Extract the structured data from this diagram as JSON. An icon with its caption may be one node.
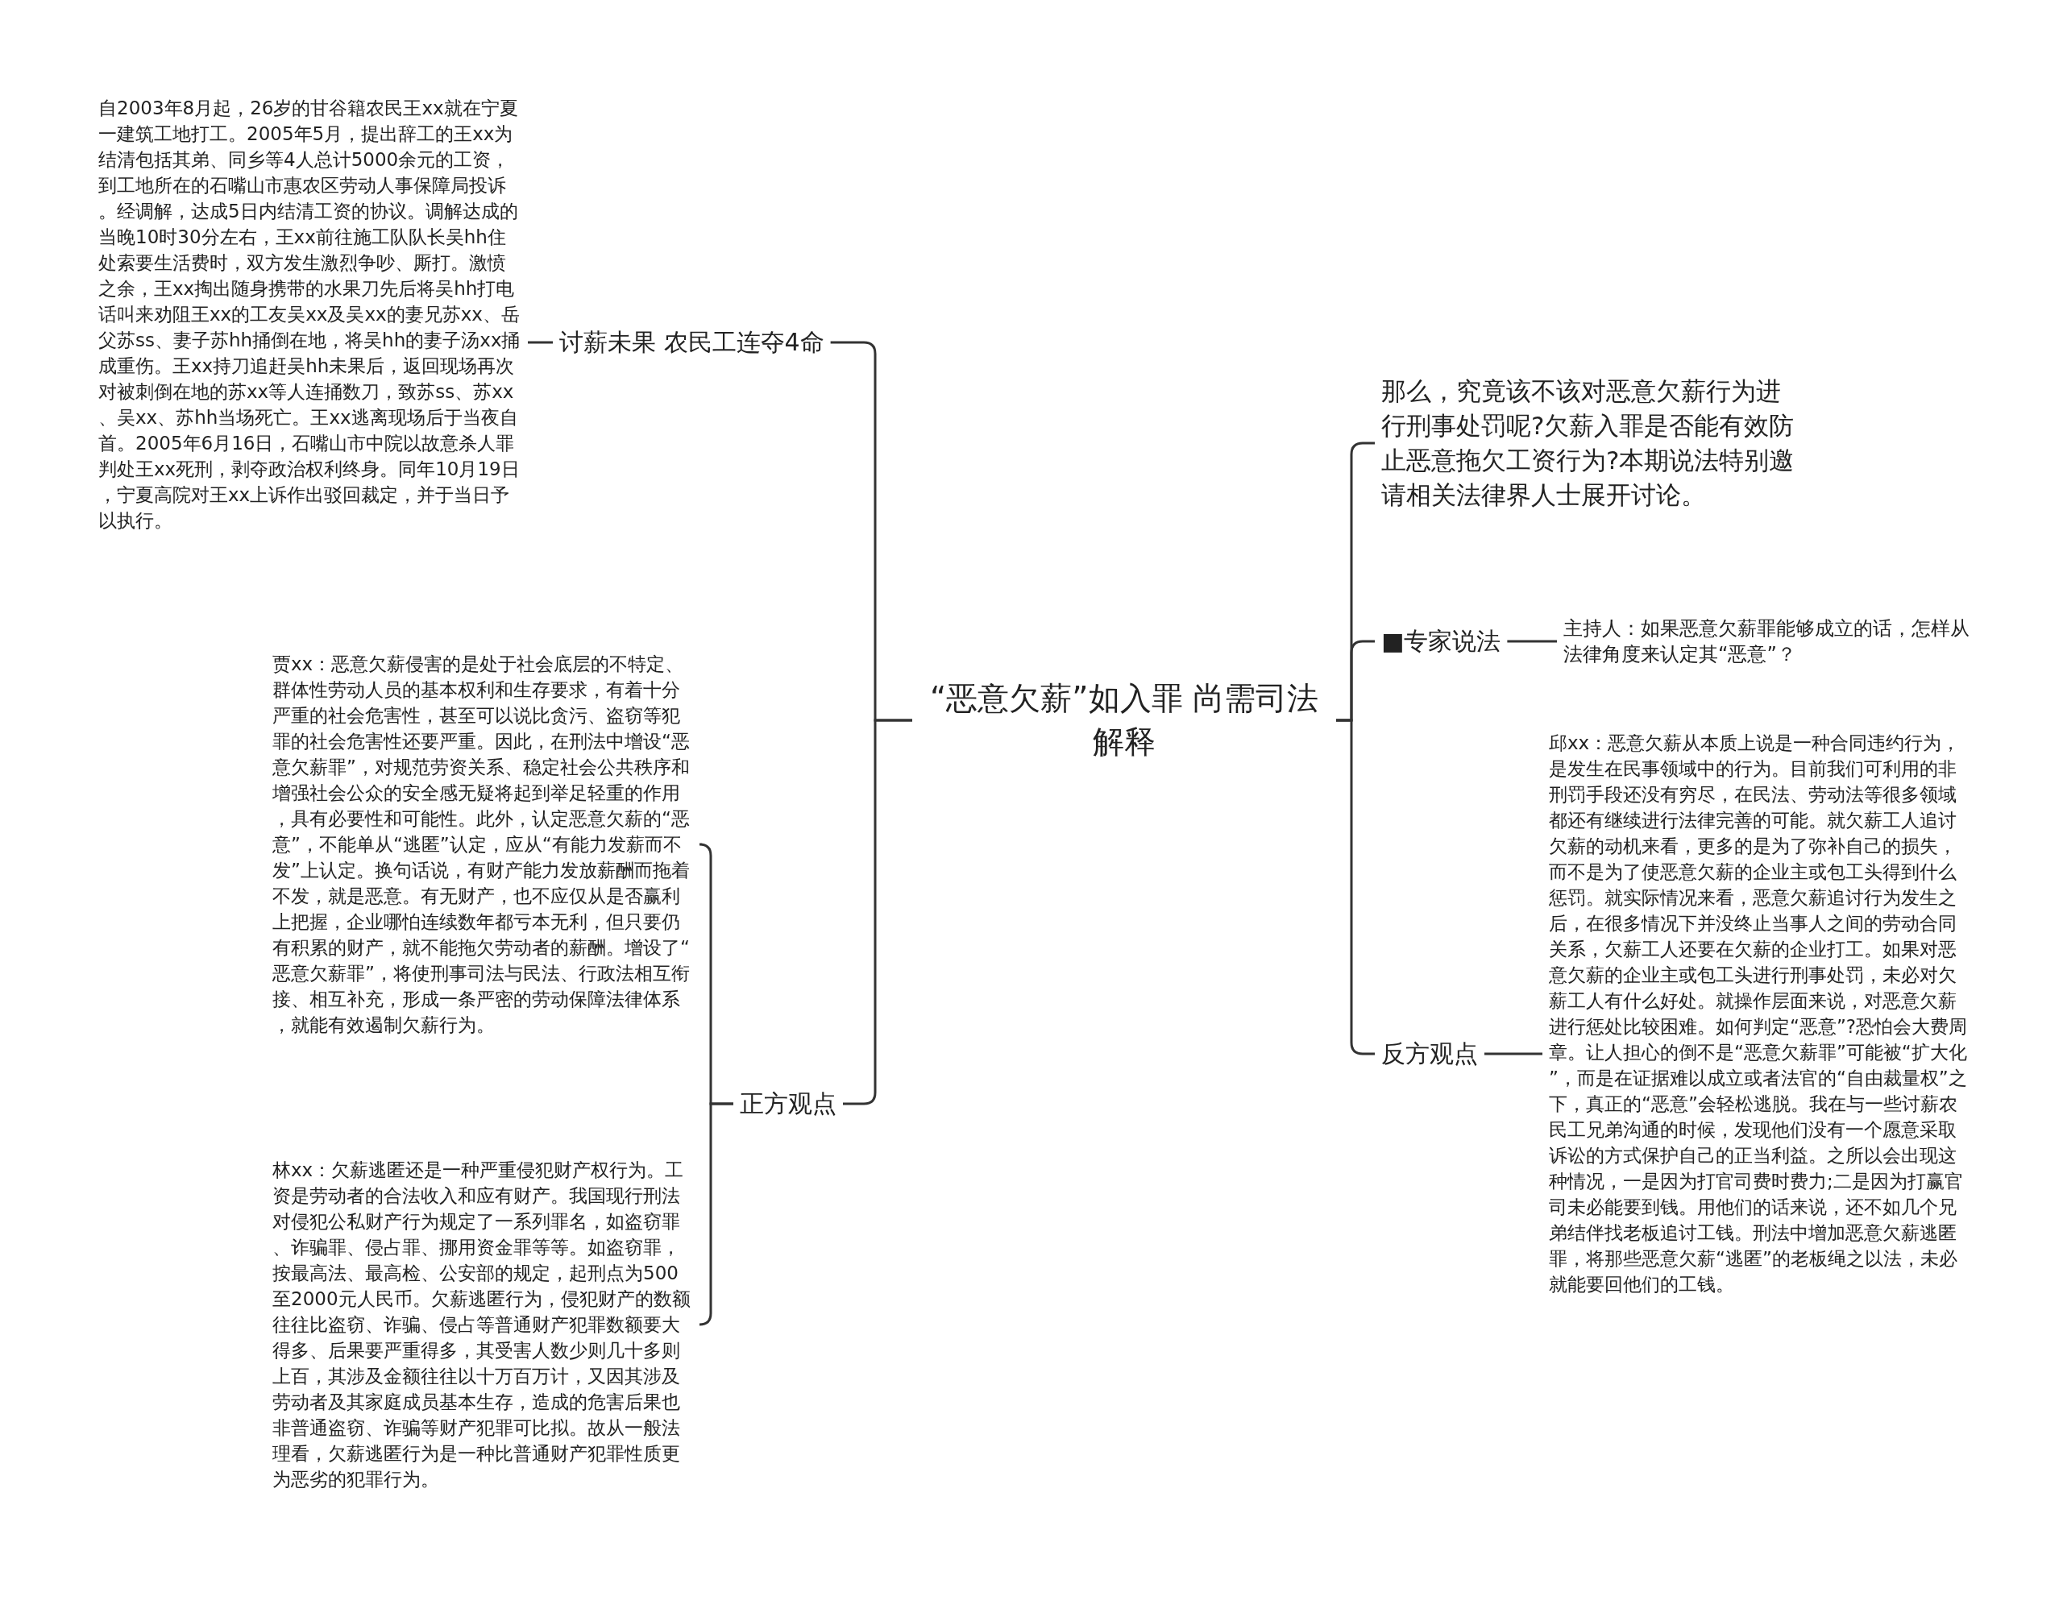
{
  "diagram": {
    "nodes": [
      {
        "text": [
          "“恶意欠薪”如入罪 尚需司法解释"
        ]
      },
      {
        "text": [
          "讨薪未果 农民工连夺4命"
        ]
      },
      {
        "text": [
          "自2003年8月起，26岁的甘谷籍农民王xx就在宁夏一建筑工地打工。2005年5月，提出辞工的王xx为结清包括其弟、同乡等4人总计5000余元的工资，到工地所在的石嘴山市惠农区劳动人事保障局投诉。经调解，达成5日内结清工资的协议。调解达成的当晚10时30分左右，王xx前往施工队队长吴hh住处索要生活费时，双方发生激烈争吵、厮打。激愤之余，王xx掏出随身携带的水果刀先后将吴hh打电话叫来劝阻王xx的工友吴xx及吴xx的妻兄苏xx、岳父苏ss、妻子苏hh捅倒在地，将吴hh的妻子汤xx捅成重伤。王xx持刀追赶吴hh未果后，返回现场再次对被刺倒在地的苏xx等人连捅数刀，致苏ss、苏xx、吴xx、苏hh当场死亡。王xx逃离现场后于当夜自首。2005年6月16日，石嘴山市中院以故意杀人罪判处王xx死刑，剥夺政治权利终身。同年10月19日，宁夏高院对王xx上诉作出驳回裁定，并于当日予以执行。"
        ]
      },
      {
        "text": [
          "正方观点"
        ]
      },
      {
        "text": [
          "贾xx：恶意欠薪侵害的是处于社会底层的不特定、群体性劳动人员的基本权利和生存要求，有着十分严重的社会危害性，甚至可以说比贪污、盗窃等犯罪的社会危害性还要严重。因此，在刑法中增设“恶意欠薪罪”，对规范劳资关系、稳定社会公共秩序和增强社会公众的安全感无疑将起到举足轻重的作用，具有必要性和可能性。此外，认定恶意欠薪的“恶意”，不能单从“逃匿”认定，应从“有能力发薪而不发”上认定。换句话说，有财产能力发放薪酬而拖着不发，就是恶意。有无财产，也不应仅从是否赢利上把握，企业哪怕连续数年都亏本无利，但只要仍有积累的财产，就不能拖欠劳动者的薪酬。增设了“恶意欠薪罪”，将使刑事司法与民法、行政法相互衔接、相互补充，形成一条严密的劳动保障法律体系，就能有效遏制欠薪行为。"
        ]
      },
      {
        "text": [
          "林xx：欠薪逃匿还是一种严重侵犯财产权行为。工资是劳动者的合法收入和应有财产。我国现行刑法对侵犯公私财产行为规定了一系列罪名，如盗窃罪、诈骗罪、侵占罪、挪用资金罪等等。如盗窃罪，按最高法、最高检、公安部的规定，起刑点为500至2000元人民币。欠薪逃匿行为，侵犯财产的数额往往比盗窃、诈骗、侵占等普通财产犯罪数额要大得多、后果要严重得多，其受害人数少则几十多则上百，其涉及金额往往以十万百万计，又因其涉及劳动者及其家庭成员基本生存，造成的危害后果也非普通盗窃、诈骗等财产犯罪可比拟。故从一般法理看，欠薪逃匿行为是一种比普通财产犯罪性质更为恶劣的犯罪行为。"
        ]
      },
      {
        "text": [
          "那么，究竟该不该对恶意欠薪行为进行刑事处罚呢?欠薪入罪是否能有效防止恶意拖欠工资行为?本期说法特别邀请相关法律界人士展开讨论。"
        ]
      },
      {
        "text": [
          "■专家说法"
        ]
      },
      {
        "text": [
          "主持人：如果恶意欠薪罪能够成立的话，怎样从法律角度来认定其“恶意”？"
        ]
      },
      {
        "text": [
          "反方观点"
        ]
      },
      {
        "text": [
          "邱xx：恶意欠薪从本质上说是一种合同违约行为，是发生在民事领域中的行为。目前我们可利用的非刑罚手段还没有穷尽，在民法、劳动法等很多领域都还有继续进行法律完善的可能。就欠薪工人追讨欠薪的动机来看，更多的是为了弥补自己的损失，而不是为了使恶意欠薪的企业主或包工头得到什么惩罚。就实际情况来看，恶意欠薪追讨行为发生之后，在很多情况下并没终止当事人之间的劳动合同关系，欠薪工人还要在欠薪的企业打工。如果对恶意欠薪的企业主或包工头进行刑事处罚，未必对欠薪工人有什么好处。就操作层面来说，对恶意欠薪进行惩处比较困难。如何判定“恶意”?恐怕会大费周章。让人担心的倒不是“恶意欠薪罪”可能被“扩大化”，而是在证据难以成立或者法官的“自由裁量权”之下，真正的“恶意”会轻松逃脱。我在与一些讨薪农民工兄弟沟通的时候，发现他们没有一个愿意采取诉讼的方式保护自己的正当利益。之所以会出现这种情况，一是因为打官司费时费力;二是因为打赢官司未必能要到钱。用他们的话来说，还不如几个兄弟结伴找老板追讨工钱。刑法中增加恶意欠薪逃匿罪，将那些恶意欠薪“逃匿”的老板绳之以法，未必就能要回他们的工钱。"
        ]
      }
    ],
    "edges": [
      {
        "from": 0,
        "to": 1,
        "arrow": "none"
      },
      {
        "from": 1,
        "to": 2,
        "arrow": "none"
      },
      {
        "from": 0,
        "to": 3,
        "arrow": "none"
      },
      {
        "from": 3,
        "to": 4,
        "arrow": "none"
      },
      {
        "from": 3,
        "to": 5,
        "arrow": "none"
      },
      {
        "from": 0,
        "to": 6,
        "arrow": "none"
      },
      {
        "from": 0,
        "to": 7,
        "arrow": "none"
      },
      {
        "from": 7,
        "to": 8,
        "arrow": "none"
      },
      {
        "from": 0,
        "to": 9,
        "arrow": "none"
      },
      {
        "from": 9,
        "to": 10,
        "arrow": "none"
      }
    ]
  }
}
